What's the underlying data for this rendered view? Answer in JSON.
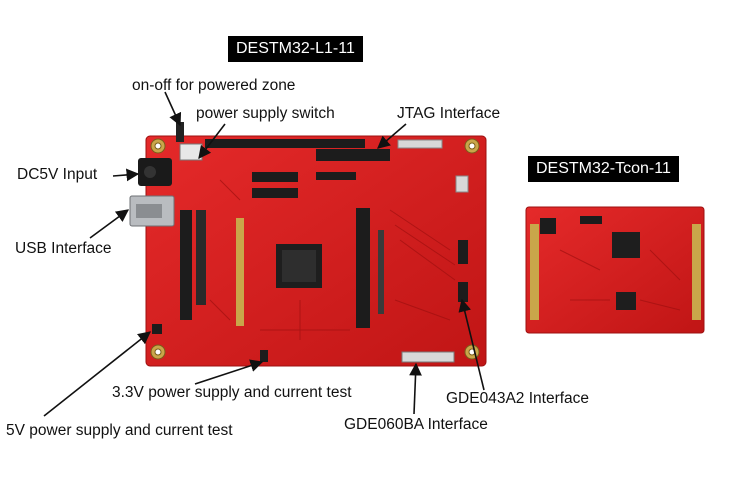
{
  "titles": {
    "main_board": "DESTM32-L1-11",
    "tcon_board": "DESTM32-Tcon-11"
  },
  "labels": {
    "on_off": "on-off for powered zone",
    "power_switch": "power supply switch",
    "jtag": "JTAG Interface",
    "dc5v": "DC5V Input",
    "usb": "USB Interface",
    "p33v": "3.3V power supply and current test",
    "p5v": "5V power supply and current test",
    "gde043": "GDE043A2 Interface",
    "gde060": "GDE060BA Interface"
  },
  "colors": {
    "pcb_red": "#d81f1f",
    "pcb_dark": "#a81212",
    "header_black": "#1c1c1c",
    "title_bg": "#000000"
  }
}
